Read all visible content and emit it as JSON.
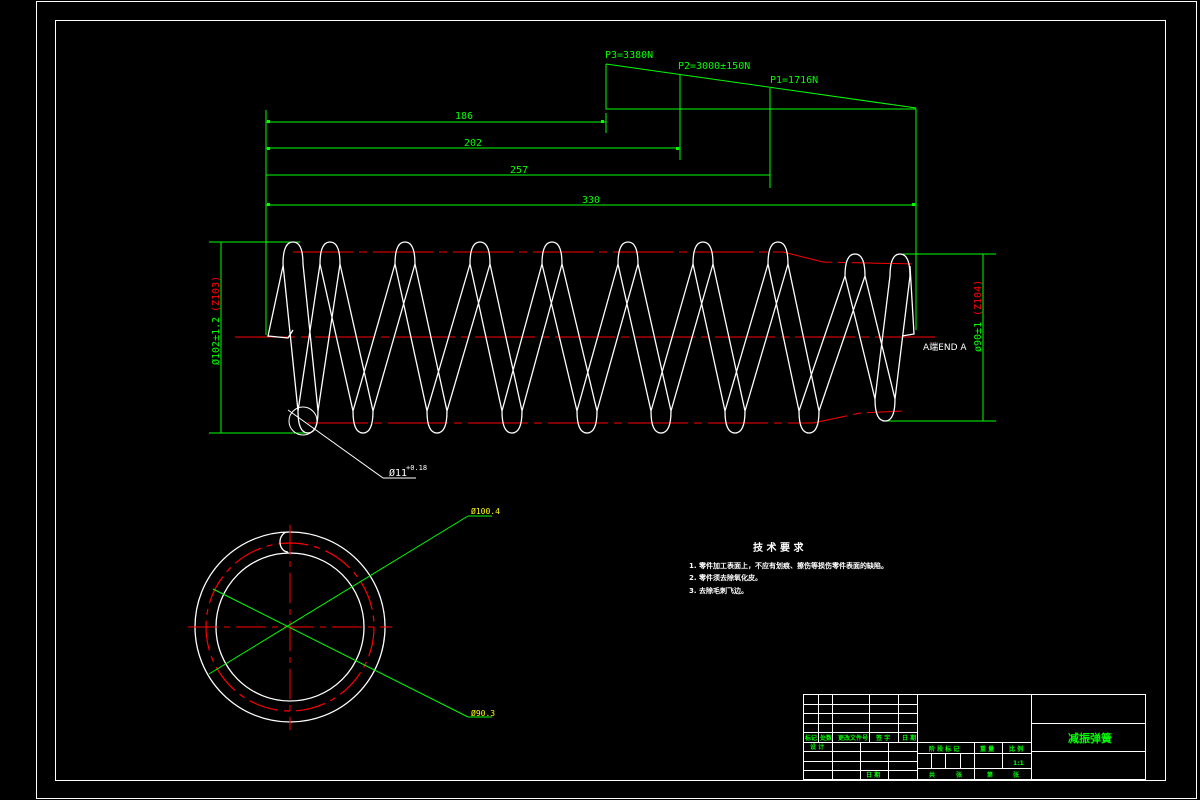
{
  "drawing": {
    "title": "减振弹簧",
    "colors": {
      "background": "#000000",
      "outline": "#ffffff",
      "dimension": "#00ff00",
      "centerline": "#ff0000",
      "annotation": "#ffff00"
    }
  },
  "load_diagram": {
    "p3": "P3=3380N",
    "p2": "P2=3000±150N",
    "p1": "P1=1716N"
  },
  "dimensions": {
    "h1": "186",
    "h2": "202",
    "h3": "257",
    "h4": "330",
    "left_diameter": "Ø102±1.2",
    "left_diameter_ref": "(Z103)",
    "right_diameter": "ø90±1",
    "right_diameter_ref": "(Z104)",
    "wire_diameter": "Ø11",
    "wire_tolerance": "+0.18",
    "end_label": "A端END A",
    "outer_diameter": "Ø100.4",
    "inner_diameter": "Ø90.3"
  },
  "technical_requirements": {
    "heading": "技 术 要 求",
    "items": [
      "1. 零件加工表面上，不应有划痕、擦伤等损伤零件表面的缺陷。",
      "2. 零件须去除氧化皮。",
      "3. 去除毛刺飞边。"
    ]
  },
  "title_block": {
    "row_labels": [
      "标记",
      "处数",
      "更改文件号",
      "签 字",
      "日 期"
    ],
    "design": "设 计",
    "check_date": "日 期",
    "stage_labels": [
      "阶 段 标 记",
      "重 量",
      "比 例"
    ],
    "scale": "1:1",
    "footer": [
      "共",
      "张",
      "第",
      "张"
    ],
    "part_name": "减振弹簧"
  }
}
